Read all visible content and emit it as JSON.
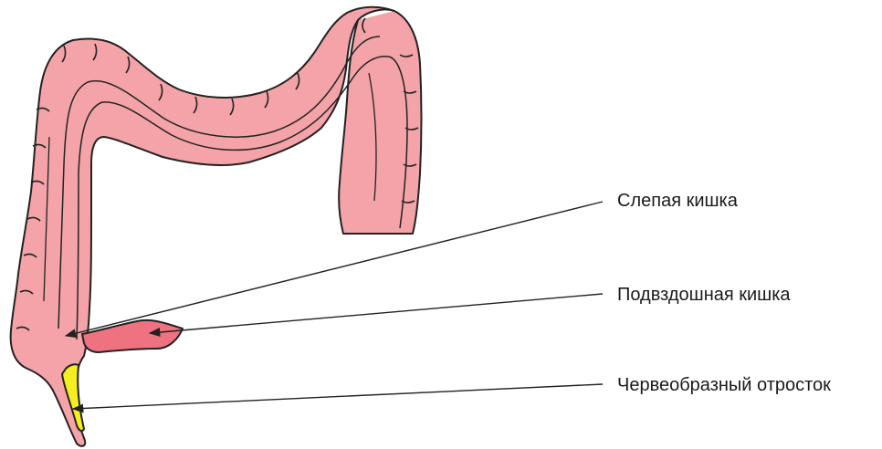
{
  "labels": {
    "cecum": "Слепая кишка",
    "ileum": "Подвздошная кишка",
    "appendix": "Червеобразный отросток"
  },
  "colors": {
    "colon_fill": "#f4a3a8",
    "ileum_fill": "#ee7280",
    "appendix_fill": "#f5ee20",
    "outline": "#222222",
    "leader_line": "#222222"
  }
}
